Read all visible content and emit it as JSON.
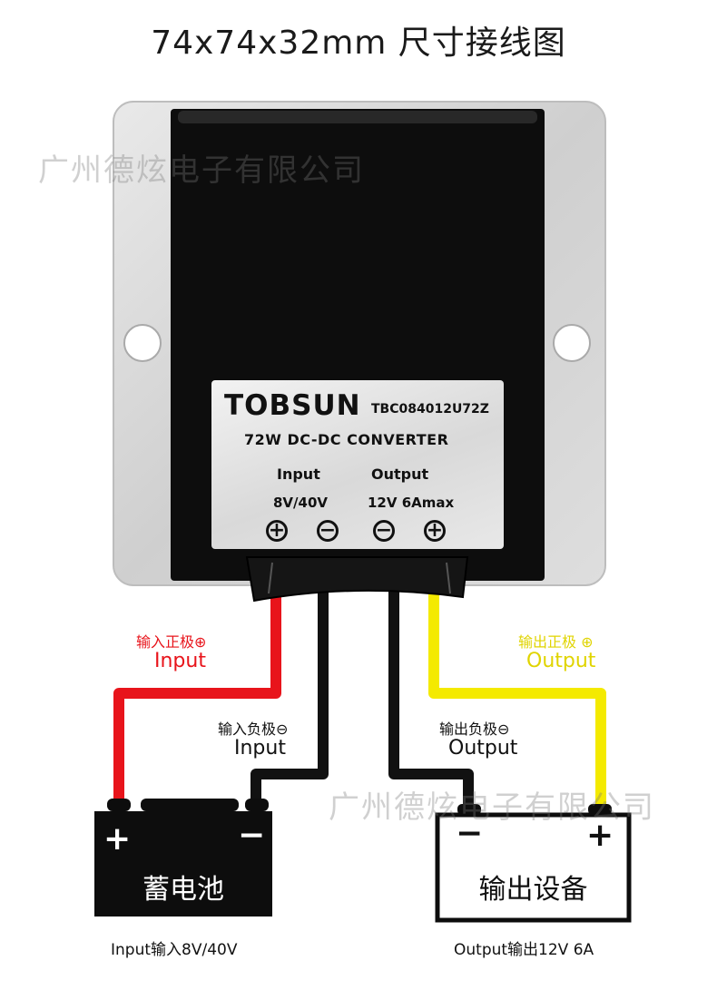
{
  "title": "74x74x32mm 尺寸接线图",
  "watermark": "广州德炫电子有限公司",
  "label_plate": {
    "brand": "TOBSUN",
    "model": "TBC084012U72Z",
    "description": "72W DC-DC CONVERTER",
    "input_header": "Input",
    "output_header": "Output",
    "input_range": "8V/40V",
    "output_range": "12V  6Amax",
    "terminals": [
      "⊕",
      "⊖",
      "⊖",
      "⊕"
    ]
  },
  "wires": {
    "input_positive": {
      "cn": "输入正极⊕",
      "en": "Input",
      "color": "#e8141b"
    },
    "input_negative": {
      "cn": "输入负极⊖",
      "en": "Input",
      "color": "#111111"
    },
    "output_negative": {
      "cn": "输出负极⊖",
      "en": "Output",
      "color": "#111111"
    },
    "output_positive": {
      "cn": "输出正极 ⊕",
      "en": "Output",
      "color": "#f4ea00"
    }
  },
  "battery": {
    "label": "蓄电池",
    "plus": "+",
    "minus": "−"
  },
  "device": {
    "label": "输出设备",
    "plus": "+",
    "minus": "−"
  },
  "captions": {
    "left": "Input输入8V/40V",
    "right": "Output输出12V 6A"
  }
}
